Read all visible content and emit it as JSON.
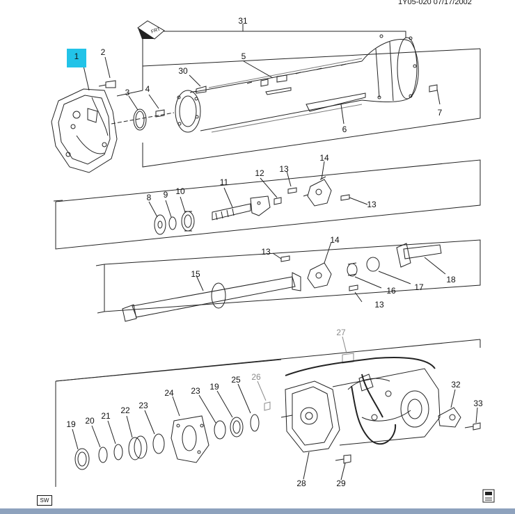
{
  "header": {
    "doc_id": "1Y05-020  07/17/2002"
  },
  "footer": {
    "sw_label": "SW"
  },
  "front_arrow": {
    "label": "FRT"
  },
  "highlight": {
    "callout": "1",
    "color": "#22c3e8"
  },
  "callouts": [
    {
      "id": "c1",
      "text": "1"
    },
    {
      "id": "c2",
      "text": "2"
    },
    {
      "id": "c3",
      "text": "3"
    },
    {
      "id": "c4",
      "text": "4"
    },
    {
      "id": "c5",
      "text": "5"
    },
    {
      "id": "c6",
      "text": "6"
    },
    {
      "id": "c7",
      "text": "7"
    },
    {
      "id": "c30",
      "text": "30"
    },
    {
      "id": "c31",
      "text": "31"
    },
    {
      "id": "c8",
      "text": "8"
    },
    {
      "id": "c9",
      "text": "9"
    },
    {
      "id": "c10",
      "text": "10"
    },
    {
      "id": "c11",
      "text": "11"
    },
    {
      "id": "c12",
      "text": "12"
    },
    {
      "id": "c13a",
      "text": "13"
    },
    {
      "id": "c14a",
      "text": "14"
    },
    {
      "id": "c13b",
      "text": "13"
    },
    {
      "id": "c13c",
      "text": "13"
    },
    {
      "id": "c14b",
      "text": "14"
    },
    {
      "id": "c15",
      "text": "15"
    },
    {
      "id": "c16",
      "text": "16"
    },
    {
      "id": "c17",
      "text": "17"
    },
    {
      "id": "c18",
      "text": "18"
    },
    {
      "id": "c13d",
      "text": "13"
    },
    {
      "id": "c27",
      "text": "27"
    },
    {
      "id": "c26",
      "text": "26"
    },
    {
      "id": "c25",
      "text": "25"
    },
    {
      "id": "c19a",
      "text": "19"
    },
    {
      "id": "c23a",
      "text": "23"
    },
    {
      "id": "c24",
      "text": "24"
    },
    {
      "id": "c23b",
      "text": "23"
    },
    {
      "id": "c22",
      "text": "22"
    },
    {
      "id": "c21",
      "text": "21"
    },
    {
      "id": "c20",
      "text": "20"
    },
    {
      "id": "c19b",
      "text": "19"
    },
    {
      "id": "c32",
      "text": "32"
    },
    {
      "id": "c33",
      "text": "33"
    },
    {
      "id": "c28",
      "text": "28"
    },
    {
      "id": "c29",
      "text": "29"
    }
  ]
}
